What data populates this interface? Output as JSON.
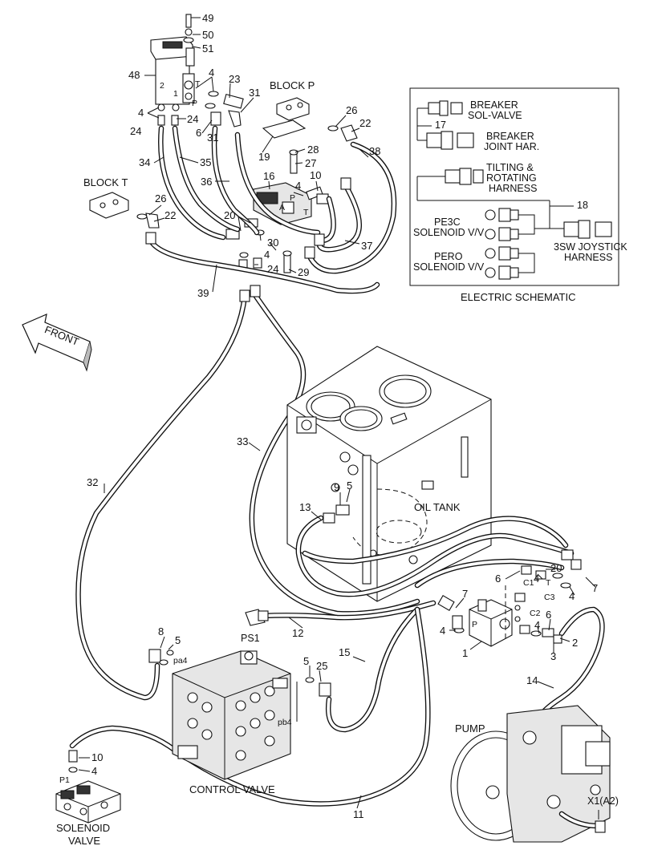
{
  "labels": {
    "block_p": "BLOCK P",
    "block_t": "BLOCK T",
    "front": "FRONT",
    "oil_tank": "OIL TANK",
    "pump": "PUMP",
    "control_valve": "CONTROL VALVE",
    "solenoid_valve_1": "SOLENOID",
    "solenoid_valve_2": "VALVE",
    "x1": "X1(A2)",
    "ps1": "PS1",
    "pa4": "pa4",
    "pb4": "pb4",
    "p1": "P1",
    "c1": "C1",
    "c2": "C2",
    "c3": "C3",
    "port_t": "T",
    "port_p": "P",
    "port_a": "A",
    "port_2": "2",
    "port_1": "1"
  },
  "schematic": {
    "title": "ELECTRIC SCHEMATIC",
    "breaker_sol_valve_1": "BREAKER",
    "breaker_sol_valve_2": "SOL-VALVE",
    "breaker_joint_1": "BREAKER",
    "breaker_joint_2": "JOINT HAR.",
    "tilting_1": "TILTING &",
    "tilting_2": "ROTATING",
    "tilting_3": "HARNESS",
    "pe3c_1": "PE3C",
    "pe3c_2": "SOLENOID V/V",
    "pero_1": "PERO",
    "pero_2": "SOLENOID V/V",
    "joystick_1": "3SW JOYSTICK",
    "joystick_2": "HARNESS",
    "ref_17": "17",
    "ref_18": "18"
  },
  "callouts": {
    "c49": "49",
    "c50": "50",
    "c51": "51",
    "c48": "48",
    "c4a": "4",
    "c23": "23",
    "c31a": "31",
    "c4b": "4",
    "c24a": "24",
    "c24b": "24",
    "c6a": "6",
    "c31b": "31",
    "c26a": "26",
    "c22a": "22",
    "c19": "19",
    "c28": "28",
    "c27": "27",
    "c38": "38",
    "c34": "34",
    "c35": "35",
    "c36": "36",
    "c16": "16",
    "c10a": "10",
    "c4c": "4",
    "c26b": "26",
    "c22b": "22",
    "c20a": "20",
    "c4d": "4",
    "c30": "30",
    "c24c": "24",
    "c29": "29",
    "c37": "37",
    "c39": "39",
    "c33": "33",
    "c32": "32",
    "c9": "9",
    "c5a": "5",
    "c13": "13",
    "c20b": "20",
    "c6b": "6",
    "c4e": "4",
    "c7a": "7",
    "c4f": "4",
    "c7b": "7",
    "c4g": "4",
    "c12": "12",
    "c8": "8",
    "c5b": "5",
    "c5c": "5",
    "c25": "25",
    "c15": "15",
    "c1": "1",
    "c4h": "4",
    "c6c": "6",
    "c2": "2",
    "c3": "3",
    "c14": "14",
    "c10b": "10",
    "c4i": "4",
    "c11": "11"
  }
}
